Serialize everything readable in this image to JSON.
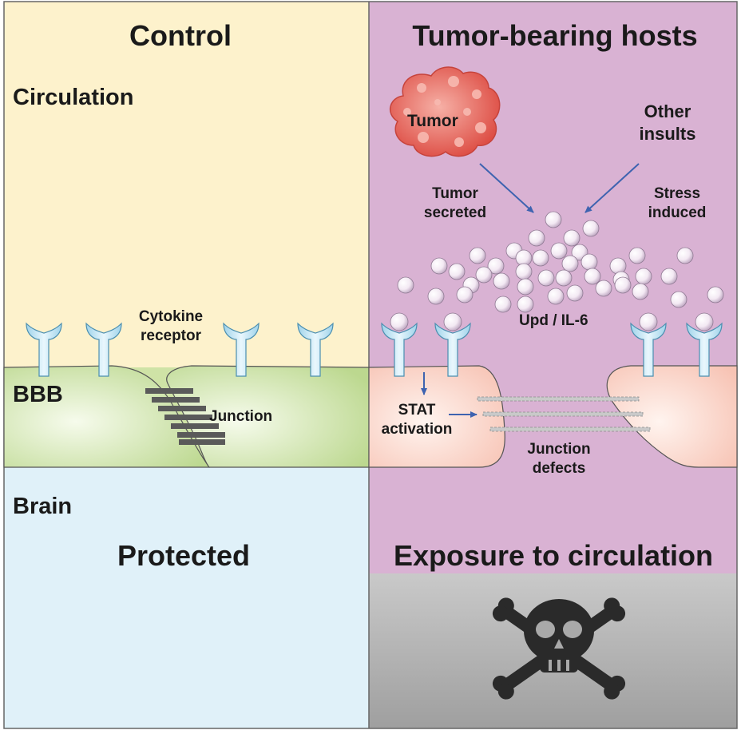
{
  "panels": {
    "left_title": "Control",
    "right_title": "Tumor-bearing hosts"
  },
  "regions": {
    "circulation": "Circulation",
    "bbb": "BBB",
    "brain": "Brain"
  },
  "left": {
    "receptor_label": "Cytokine receptor",
    "junction_label": "Junction",
    "outcome": "Protected"
  },
  "right": {
    "tumor_label": "Tumor",
    "other_insults": "Other insults",
    "tumor_secreted": "Tumor secreted",
    "stress_induced": "Stress induced",
    "cytokine_label": "Upd / IL-6",
    "stat_label": "STAT activation",
    "junction_defects": "Junction defects",
    "outcome": "Exposure to circulation",
    "danger_icon": "skull-crossbones-icon"
  },
  "colors": {
    "control_circulation": "#fdf2cc",
    "bbb_green": "#cfe3a6",
    "brain_blue": "#e0f1f9",
    "tumor_purple": "#d9b2d3",
    "tumor_cell": "#fbd8cc",
    "danger_gray": "#a9a9a9",
    "tumor_red": "#e2554a",
    "arrow_blue": "#3e63b0"
  }
}
